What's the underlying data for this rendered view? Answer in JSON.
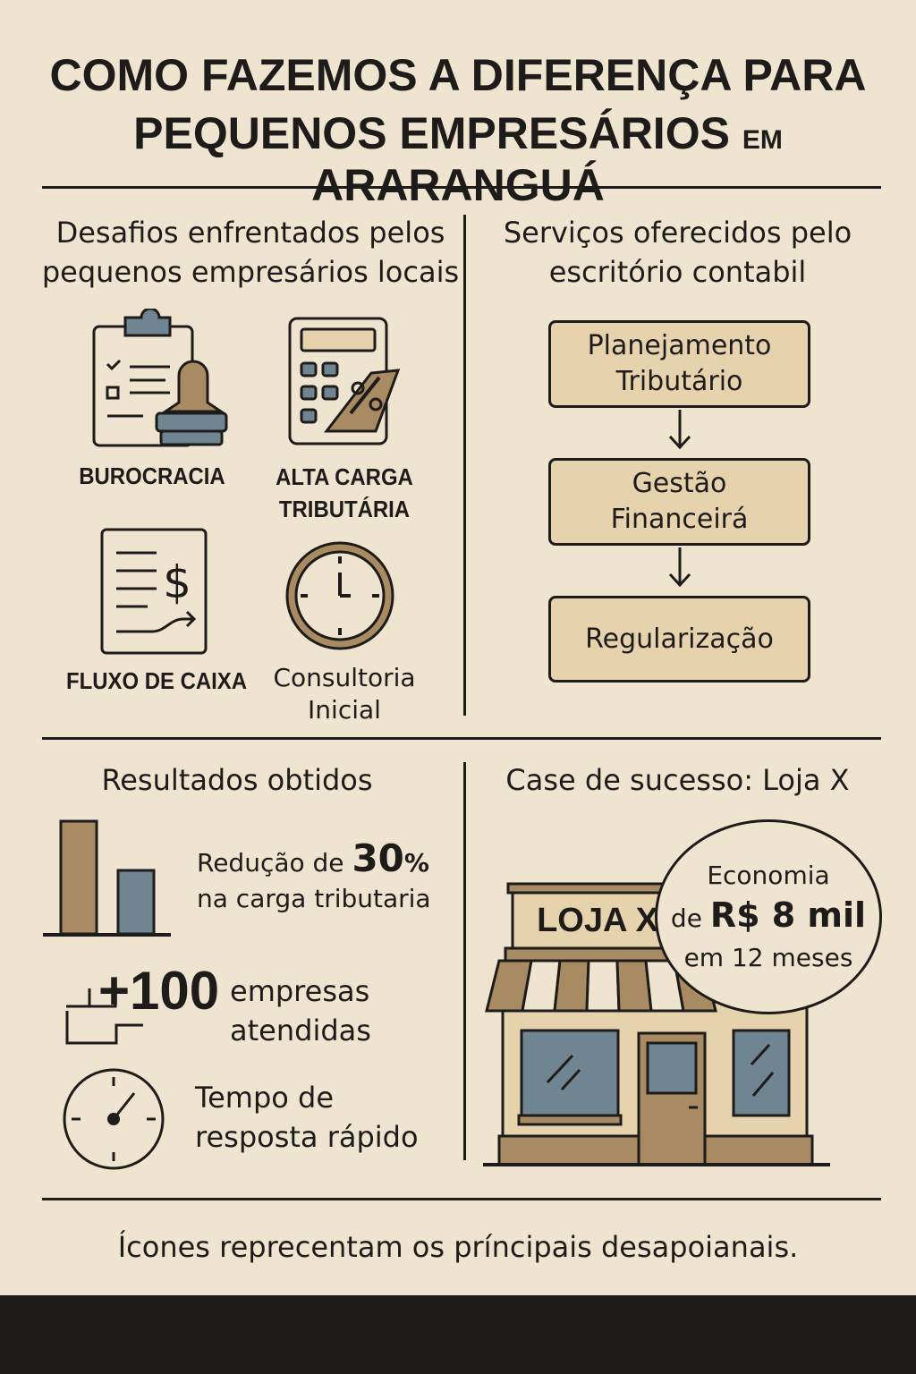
{
  "title": {
    "line1": "COMO FAZEMOS A DIFERENÇA PARA",
    "line2_a": "PEQUENOS EMPRESÁRIOS",
    "line2_em": "EM",
    "line2_b": "ARARANGUÁ"
  },
  "challenges": {
    "heading_1": "Desafios enfrentados pelos",
    "heading_2": "pequenos empresários locais",
    "items": [
      {
        "label": "BUROCRACIA",
        "icon": "clipboard-stamp-icon"
      },
      {
        "label_1": "ALTA CARGA",
        "label_2": "TRIBUTÁRIA",
        "icon": "calculator-percent-icon"
      },
      {
        "label": "FLUXO DE CAIXA",
        "icon": "cash-document-icon"
      },
      {
        "label_1": "Consultoria",
        "label_2": "Inicial",
        "icon": "clock-icon"
      }
    ]
  },
  "services": {
    "heading_1": "Serviços oferecidos pelo",
    "heading_2": "escritório contabil",
    "steps": [
      {
        "line1": "Planejamento",
        "line2": "Tributário"
      },
      {
        "line1": "Gestão",
        "line2": "Financeirá"
      },
      {
        "line1": "Regularização"
      }
    ]
  },
  "results": {
    "heading": "Resultados obtidos",
    "reduction": {
      "prefix": "Redução de",
      "value": "30",
      "unit": "%",
      "line2": "na carga tributaria"
    },
    "companies": {
      "value": "+100",
      "line1": "empresas",
      "line2": "atendidas"
    },
    "response": {
      "line1": "Tempo de",
      "line2": "resposta rápido"
    }
  },
  "case": {
    "heading": "Case de sucesso: Loja X",
    "store_sign": "LOJA X",
    "bubble": {
      "line1": "Economia",
      "prefix": "de",
      "amount": "R$ 8 mil",
      "line3": "em 12 meses"
    }
  },
  "footer": {
    "text": "Ícones reprecentam os príncipais desapoianais."
  },
  "colors": {
    "background": "#efe4d0",
    "tan": "#e6d3ae",
    "brown": "#a88a63",
    "slate": "#6f8591",
    "ink": "#1e1c1a"
  }
}
